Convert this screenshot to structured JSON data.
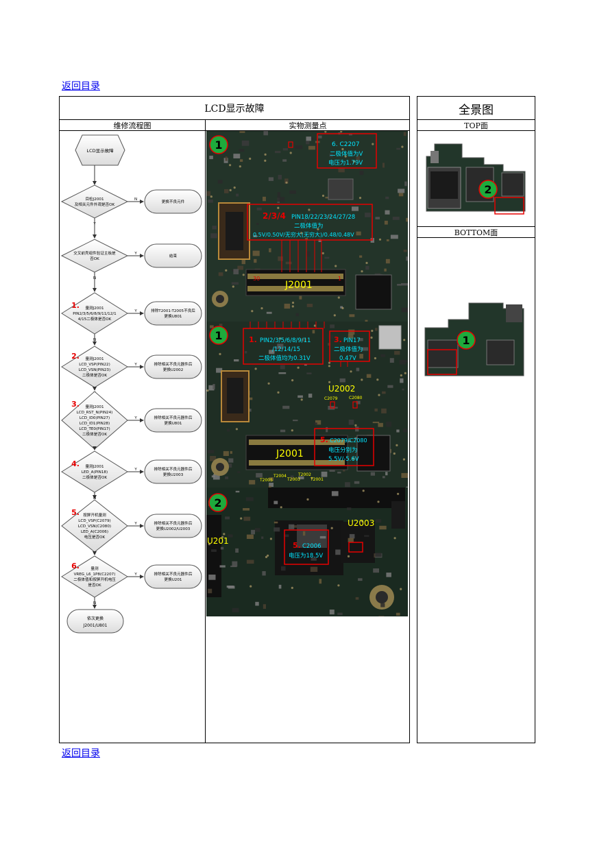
{
  "toc_link": "返回目录",
  "main": {
    "title": "LCD显示故障",
    "col_flow": "维修流程图",
    "col_measure": "实物测量点"
  },
  "side": {
    "title": "全景图",
    "top_label": "TOP面",
    "bottom_label": "BOTTOM面"
  },
  "flow": {
    "start": "LCD显示故障",
    "yes": "Y",
    "no": "N",
    "steps": [
      {
        "num": "",
        "lines": [
          "目检J2001",
          "及相关元件外观是否OK"
        ],
        "action": [
          "更换不良元件"
        ]
      },
      {
        "num": "",
        "lines": [
          "交叉前壳组件验证主板是",
          "否OK"
        ],
        "action": [
          "结束"
        ]
      },
      {
        "num": "1.",
        "lines": [
          "量测J2001",
          "PIN2/3/5/6/8/9/11/12/1",
          "4/15二极体是否OK"
        ],
        "action": [
          "排除T2001-T2005不良后",
          "更换U801"
        ]
      },
      {
        "num": "2.",
        "lines": [
          "量测J2001",
          "LCD_VSP(PIN22)",
          "LCD_VSN(PIN23)",
          "二极体是否OK"
        ],
        "action": [
          "排除相关不良元器件后",
          "更换U2002"
        ]
      },
      {
        "num": "3.",
        "lines": [
          "量测J2001",
          "LCD_RST_N(PIN24)",
          "LCD_ID0(PIN27)",
          "LCD_ID1(PIN28)",
          "LCD_TE0(PIN17)",
          "二极体是否OK"
        ],
        "action": [
          "排除相关不良元器件后",
          "更换U801"
        ]
      },
      {
        "num": "4.",
        "lines": [
          "量测J2001",
          "LED_A(PIN18)",
          "二极体是否OK"
        ],
        "action": [
          "排除相关不良元器件后",
          "更换U2003"
        ]
      },
      {
        "num": "5.",
        "lines": [
          "按屏开机量测",
          "LCD_VSP(C2079)",
          "LCD_VSN(C2080)",
          "LED_A(C2006)",
          "电压是否OK"
        ],
        "action": [
          "排除相关不良元器件后",
          "更换U2002/U2003"
        ]
      },
      {
        "num": "6.",
        "lines": [
          "量测",
          "VREG_L6_1P8(C2207)",
          "二极体值和按屏开机电压",
          "是否OK"
        ],
        "action": [
          "排除相关不良元器件后",
          "更换U201"
        ]
      }
    ],
    "end": [
      "依次更换",
      "J2001/U801"
    ]
  },
  "photos": {
    "p1": {
      "badge": "1",
      "c2207_label": "6. C2207",
      "c2207_lines": [
        "二极体值为V",
        "电压为1.79V"
      ],
      "pins_label": "2/3/4",
      "pins_lines": [
        "PIN18/22/23/24/27/28",
        "二极体值为",
        "0.5V/0.50V/无穷大(无穷大)/0.48/0.48V"
      ],
      "conn": "J2001",
      "pin_left": "30",
      "pin_right": "1"
    },
    "p2": {
      "badge": "1",
      "left_num": "1.",
      "left_lines": [
        "PIN2/3/5/6/8/9/11",
        "/12/14/15",
        "二极体值均为0.31V"
      ],
      "right_num": "3.",
      "right_lines": [
        "PIN17",
        "二极体值为",
        "0.47V"
      ],
      "u2002": "U2002",
      "c2079": "C2079",
      "c2080": "C2080",
      "volt_num": "5.",
      "volt_lines": [
        "C2079/C2080",
        "电压分别为",
        "5.5V/-5.6V"
      ],
      "conn": "J2001",
      "t_labels": [
        "T2004",
        "T2002",
        "T2005",
        "T2003",
        "T2001"
      ]
    },
    "p3": {
      "badge": "2",
      "u2003": "U2003",
      "u201": "U201",
      "num": "5.",
      "lines": [
        "C2006",
        "电压为18.5V"
      ]
    }
  },
  "overview": {
    "top_badge": "2",
    "bottom_badge": "1"
  },
  "colors": {
    "red": "#e60000",
    "cyan": "#00e5ff",
    "yellow": "#ffff00",
    "badge_green": "#1eaa3c",
    "pcb": "#1d2b22"
  }
}
